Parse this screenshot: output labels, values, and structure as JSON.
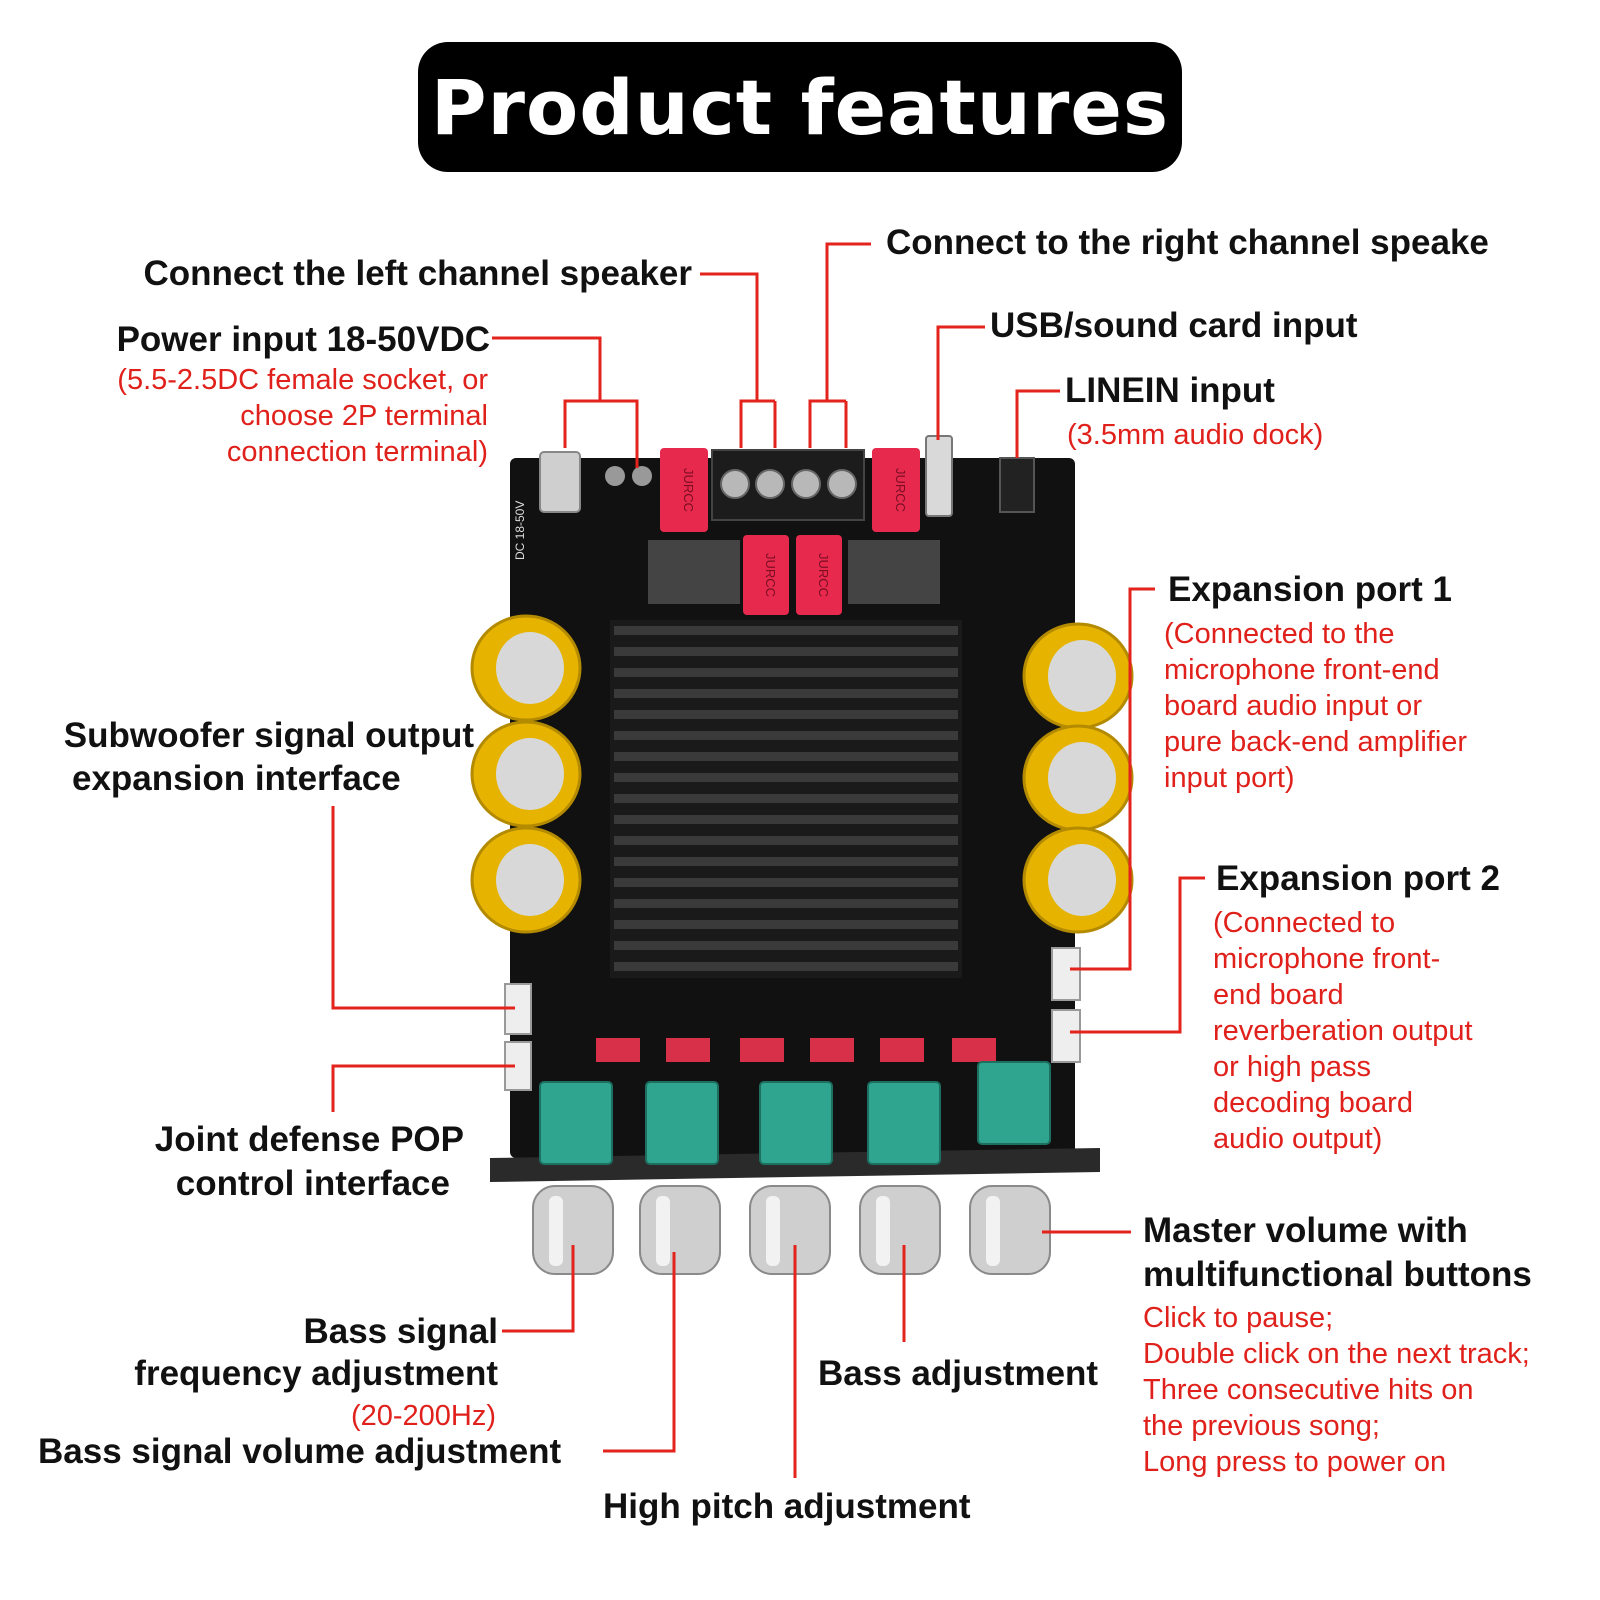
{
  "title": "Product features",
  "colors": {
    "accent_red": "#e0211b",
    "line_red": "#e3231c",
    "board_black": "#111111",
    "heatsink": "#1a1a1a",
    "capacitor_gold": "#e6b400",
    "connector_red": "#e8294e",
    "potentiometer_teal": "#2fa58f"
  },
  "labels": {
    "left_speaker": "Connect the left channel speaker",
    "right_speaker": "Connect to the right channel speake",
    "power": {
      "title": "Power input 18-50VDC",
      "lines": [
        "(5.5-2.5DC female socket, or",
        "choose 2P terminal",
        "connection terminal)"
      ]
    },
    "usb": "USB/sound card input",
    "linein": {
      "title": "LINEIN input",
      "sub": "(3.5mm audio dock)"
    },
    "exp1": {
      "title": "Expansion port 1",
      "lines": [
        "(Connected to the",
        "microphone front-end",
        "board audio input or",
        "pure back-end amplifier",
        "input port)"
      ]
    },
    "exp2": {
      "title": "Expansion port 2",
      "lines": [
        "(Connected to",
        "microphone front-",
        "end board",
        "reverberation output",
        "or high pass",
        "decoding board",
        "audio output)"
      ]
    },
    "subwoofer": [
      "Subwoofer signal output",
      "expansion interface"
    ],
    "joint": [
      "Joint defense POP",
      "control interface"
    ],
    "bass_freq": {
      "lines": [
        "Bass signal",
        "frequency adjustment"
      ],
      "sub": "(20-200Hz)"
    },
    "bass_volume": "Bass signal volume adjustment",
    "high_pitch": "High pitch adjustment",
    "bass_adj": "Bass adjustment",
    "master": {
      "lines": [
        "Master volume with",
        "multifunctional buttons"
      ],
      "sub": [
        "Click to pause;",
        "Double click on the next track;",
        "Three consecutive hits on",
        "the previous song;",
        "Long press to power on"
      ]
    }
  },
  "board_text": {
    "connector_brand": "JURCC",
    "power_marking": "DC 18-50V"
  }
}
